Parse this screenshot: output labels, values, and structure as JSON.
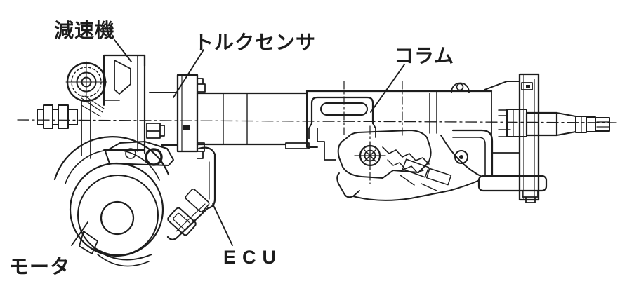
{
  "figure": {
    "type": "technical-line-drawing",
    "colors": {
      "ink": "#1d1d1d",
      "background": "#ffffff"
    },
    "labels": {
      "gear_reducer": {
        "text": "減速機"
      },
      "torque_sensor": {
        "text": "トルクセンサ"
      },
      "column": {
        "text": "コラム"
      },
      "motor": {
        "text": "モータ"
      },
      "ecu": {
        "text": "ECU"
      }
    }
  }
}
